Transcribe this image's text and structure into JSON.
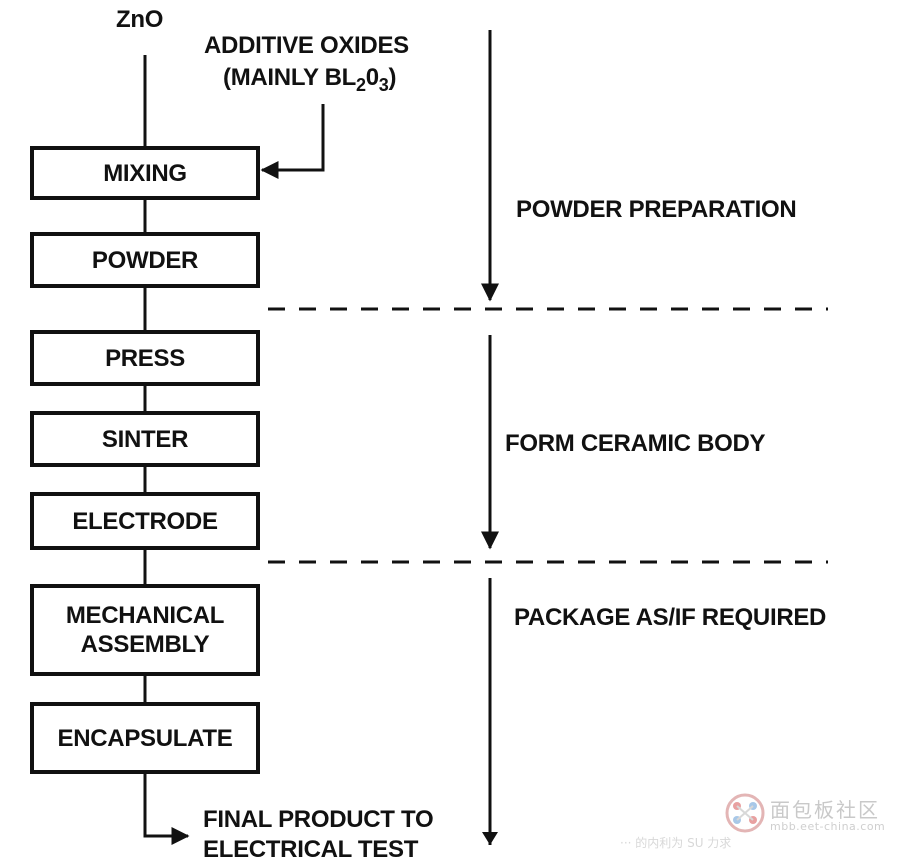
{
  "inputs": {
    "zno": "ZnO",
    "additive_line1": "ADDITIVE OXIDES",
    "additive_line2_prefix": "(MAINLY BL",
    "additive_sub1": "2",
    "additive_mid": "0",
    "additive_sub2": "3",
    "additive_suffix": ")"
  },
  "steps": {
    "mixing": "MIXING",
    "powder": "POWDER",
    "press": "PRESS",
    "sinter": "SINTER",
    "electrode": "ELECTRODE",
    "mechanical_line1": "MECHANICAL",
    "mechanical_line2": "ASSEMBLY",
    "encapsulate": "ENCAPSULATE"
  },
  "output": {
    "final_line1": "FINAL PRODUCT TO",
    "final_line2": "ELECTRICAL TEST"
  },
  "stages": {
    "powder_preparation": "POWDER PREPARATION",
    "form_ceramic_body": "FORM CERAMIC BODY",
    "package": "PACKAGE AS/IF REQUIRED"
  },
  "watermark": {
    "name": "面包板社区",
    "url": "mbb.eet-china.com",
    "faint": "··· 的内利为 SU 力求"
  },
  "colors": {
    "ink": "#111111",
    "background": "#ffffff",
    "watermark": "#c9c9c9"
  }
}
